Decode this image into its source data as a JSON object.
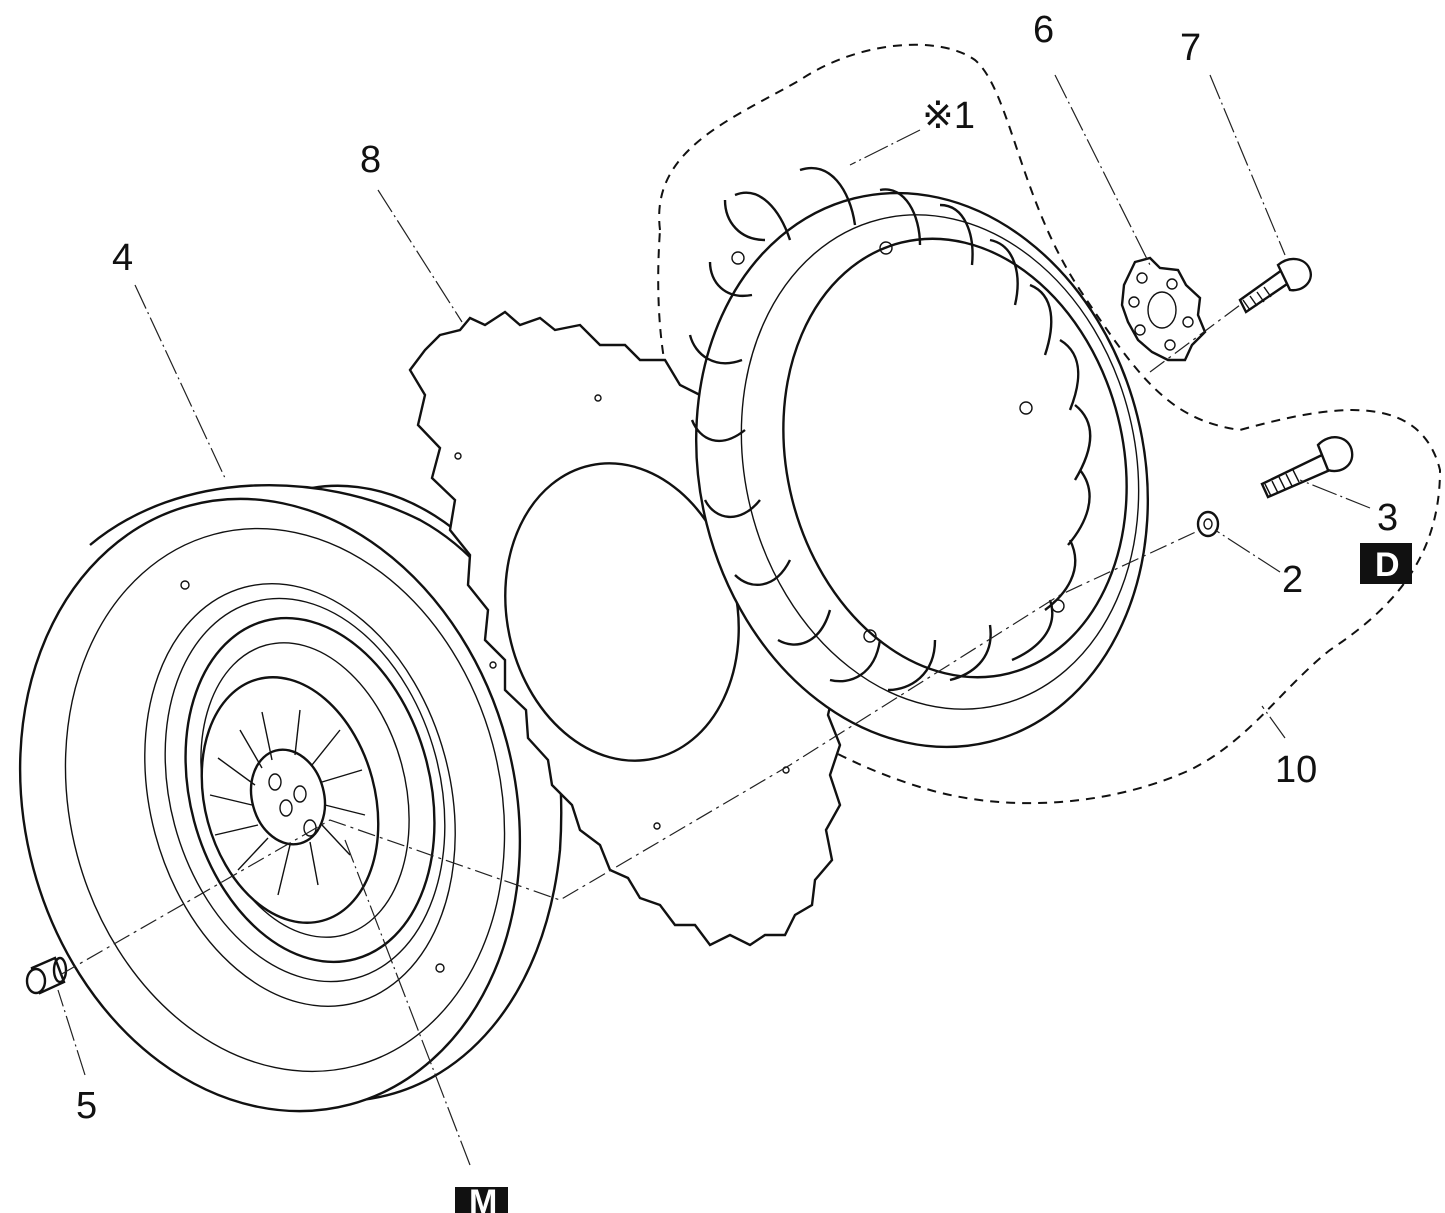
{
  "callouts": {
    "c1": "※1",
    "c2": "2",
    "c3": "3",
    "c4": "4",
    "c5": "5",
    "c6": "6",
    "c7": "7",
    "c8": "8",
    "c10": "10"
  },
  "badges": {
    "d": "D",
    "m": "M"
  },
  "colors": {
    "line": "#111111",
    "badge_background": "#111111",
    "background": "#ffffff"
  }
}
